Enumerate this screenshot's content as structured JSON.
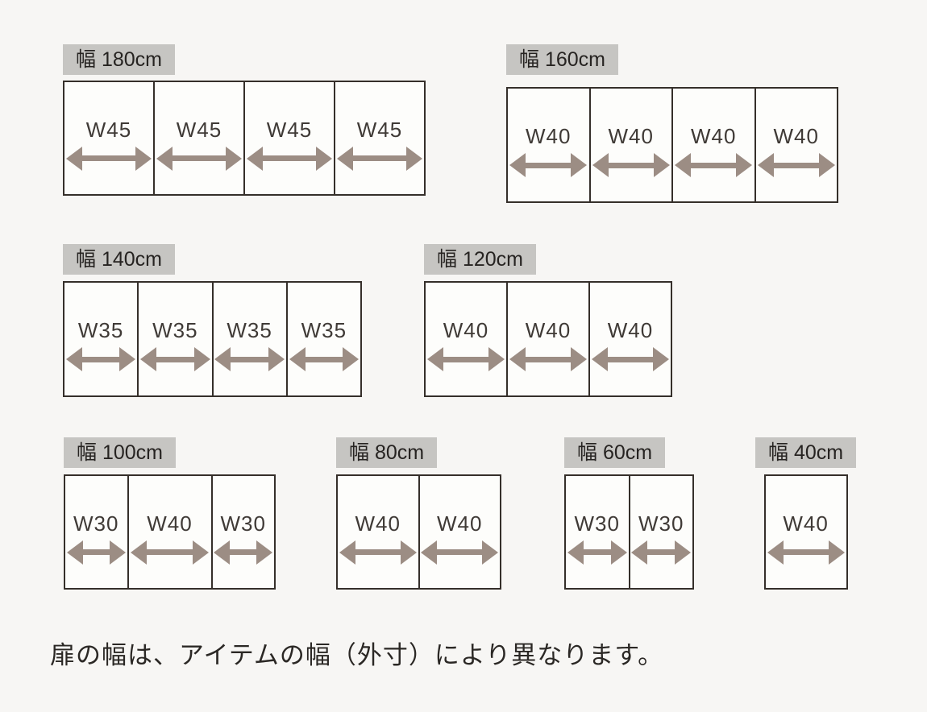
{
  "page": {
    "caption": "扉の幅は、アイテムの幅（外寸）により異なります。"
  },
  "colors": {
    "background": "#f7f6f4",
    "box_background": "#fdfdfb",
    "box_border": "#352f2a",
    "label_background": "#c6c5c2",
    "label_text": "#262321",
    "section_text": "#3f3a36",
    "arrow": "#9c8d84",
    "caption_text": "#2b2825"
  },
  "diagrams": [
    {
      "id": "w180",
      "label": "幅 180cm",
      "total_cm": 180,
      "sections": [
        {
          "label": "W45",
          "cm": 45
        },
        {
          "label": "W45",
          "cm": 45
        },
        {
          "label": "W45",
          "cm": 45
        },
        {
          "label": "W45",
          "cm": 45
        }
      ]
    },
    {
      "id": "w160",
      "label": "幅 160cm",
      "total_cm": 160,
      "sections": [
        {
          "label": "W40",
          "cm": 40
        },
        {
          "label": "W40",
          "cm": 40
        },
        {
          "label": "W40",
          "cm": 40
        },
        {
          "label": "W40",
          "cm": 40
        }
      ]
    },
    {
      "id": "w140",
      "label": "幅 140cm",
      "total_cm": 140,
      "sections": [
        {
          "label": "W35",
          "cm": 35
        },
        {
          "label": "W35",
          "cm": 35
        },
        {
          "label": "W35",
          "cm": 35
        },
        {
          "label": "W35",
          "cm": 35
        }
      ]
    },
    {
      "id": "w120",
      "label": "幅 120cm",
      "total_cm": 120,
      "sections": [
        {
          "label": "W40",
          "cm": 40
        },
        {
          "label": "W40",
          "cm": 40
        },
        {
          "label": "W40",
          "cm": 40
        }
      ]
    },
    {
      "id": "w100",
      "label": "幅 100cm",
      "total_cm": 100,
      "sections": [
        {
          "label": "W30",
          "cm": 30
        },
        {
          "label": "W40",
          "cm": 40
        },
        {
          "label": "W30",
          "cm": 30
        }
      ]
    },
    {
      "id": "w80",
      "label": "幅 80cm",
      "total_cm": 80,
      "sections": [
        {
          "label": "W40",
          "cm": 40
        },
        {
          "label": "W40",
          "cm": 40
        }
      ]
    },
    {
      "id": "w60",
      "label": "幅 60cm",
      "total_cm": 60,
      "sections": [
        {
          "label": "W30",
          "cm": 30
        },
        {
          "label": "W30",
          "cm": 30
        }
      ]
    },
    {
      "id": "w40",
      "label": "幅 40cm",
      "total_cm": 40,
      "sections": [
        {
          "label": "W40",
          "cm": 40
        }
      ]
    }
  ]
}
